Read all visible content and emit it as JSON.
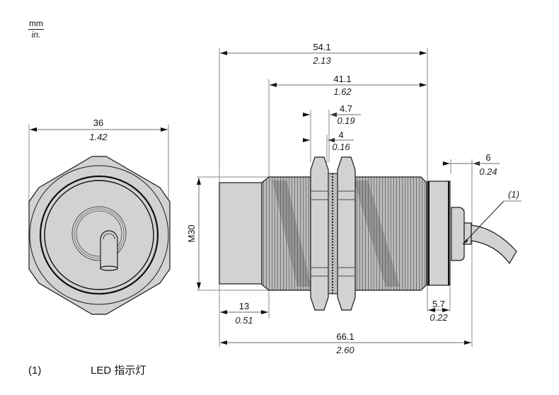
{
  "units": {
    "primary": "mm",
    "secondary": "in."
  },
  "front_view": {
    "width": {
      "mm": "36",
      "in": "1.42"
    }
  },
  "side_view": {
    "overall_body": {
      "mm": "54.1",
      "in": "2.13"
    },
    "threaded_length": {
      "mm": "41.1",
      "in": "1.62"
    },
    "nut_pitch": {
      "mm": "4.7",
      "in": "0.19"
    },
    "nut_thickness": {
      "mm": "4",
      "in": "0.16"
    },
    "cable_exit": {
      "mm": "6",
      "in": "0.24"
    },
    "thread_label": "M30",
    "sensing_face": {
      "mm": "13",
      "in": "0.51"
    },
    "rear_cap": {
      "mm": "5.7",
      "in": "0.22"
    },
    "overall_length": {
      "mm": "66.1",
      "in": "2.60"
    },
    "callout": "(1)"
  },
  "legend": [
    {
      "key": "(1)",
      "text": "LED 指示灯"
    }
  ],
  "colors": {
    "body_fill": "#d2d2d2",
    "outline": "#1a1a1a",
    "dimension_line": "#6e6e6e"
  }
}
